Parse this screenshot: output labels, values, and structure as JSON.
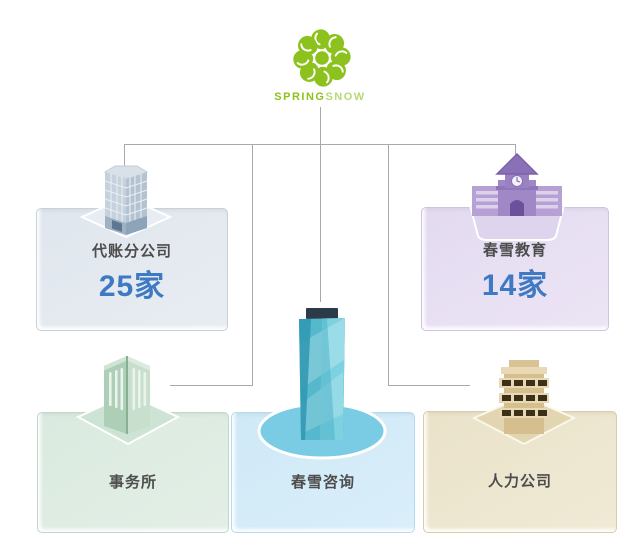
{
  "logo": {
    "brand_primary": "SPRING",
    "brand_secondary": "SNOW"
  },
  "nodes": [
    {
      "label": "代账分公司",
      "count": "25家"
    },
    {
      "label": "春雪教育",
      "count": "14家"
    },
    {
      "label": "事务所"
    },
    {
      "label": "春雪咨询"
    },
    {
      "label": "人力公司"
    }
  ],
  "icons": {
    "logo": "flower-logo-icon",
    "branch_offices": "office-building-icon",
    "education": "school-building-icon",
    "firm": "green-building-icon",
    "consulting": "skyscraper-tower-icon",
    "hr": "hr-building-icon"
  },
  "colors": {
    "logo_green": "#8cc11e",
    "logo_green_light": "#b9d876",
    "connector_line": "#a9a9a9",
    "label_text": "#4d4d4d",
    "count_text": "#3e79c4",
    "card_branch_bg": "#e1e8ee",
    "card_education_bg": "#e5ddf1",
    "card_firm_bg": "#dcebe1",
    "card_consulting_bg": "#d3ebf7",
    "card_hr_bg": "#ece5cd"
  }
}
